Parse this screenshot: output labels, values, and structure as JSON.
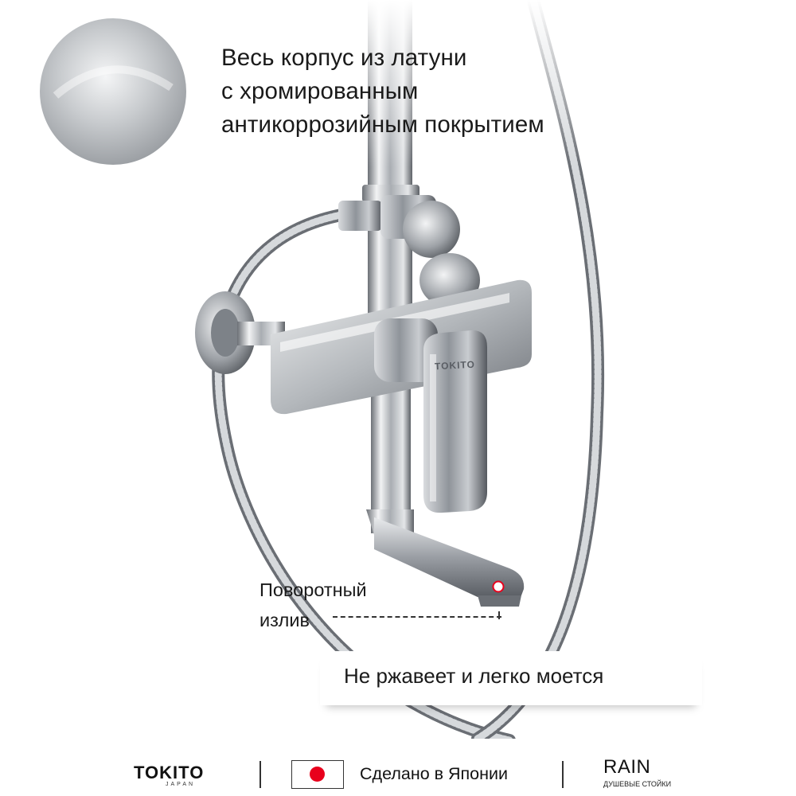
{
  "headline": {
    "line1": "Весь корпус из латуни",
    "line2": "с хромированным",
    "line3": "антикоррозийным покрытием"
  },
  "callout": {
    "line1": "Поворотный",
    "line2": "излив"
  },
  "badge": {
    "text": "Не ржавеет и легко моется"
  },
  "product_logo": "TOKITO",
  "footer": {
    "brand": "TOKITO",
    "brand_sub": "JAPAN",
    "made_in": "Сделано в Японии",
    "series": "RAIN",
    "series_sub": "ДУШЕВЫЕ СТОЙКИ"
  },
  "colors": {
    "chrome_dark": "#4a4d52",
    "chrome_mid": "#9aa0a6",
    "chrome_light": "#eceef0",
    "flag_red": "#e8001c",
    "spout_marker": "#e8001c"
  },
  "icons": [
    "brushed-metal-swatch",
    "japan-flag-icon"
  ]
}
